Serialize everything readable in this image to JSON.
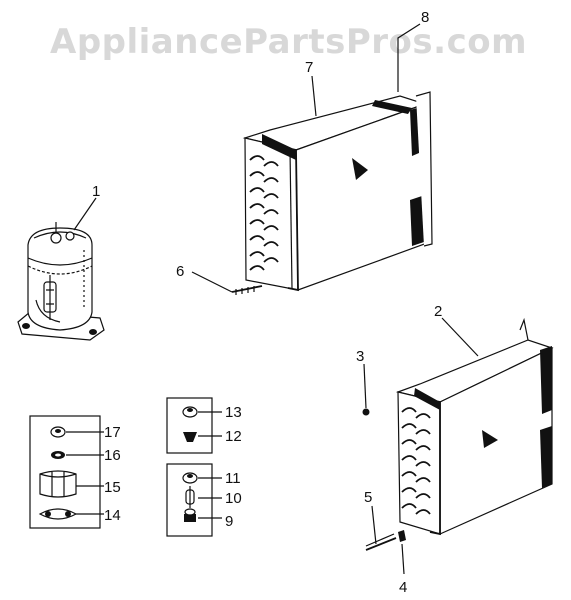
{
  "watermark": "AppliancePartsPros.com",
  "callouts": {
    "p1": "1",
    "p2": "2",
    "p3": "3",
    "p4": "4",
    "p5": "5",
    "p6": "6",
    "p7": "7",
    "p8": "8",
    "p9": "9",
    "p10": "10",
    "p11": "11",
    "p12": "12",
    "p13": "13",
    "p14": "14",
    "p15": "15",
    "p16": "16",
    "p17": "17"
  }
}
